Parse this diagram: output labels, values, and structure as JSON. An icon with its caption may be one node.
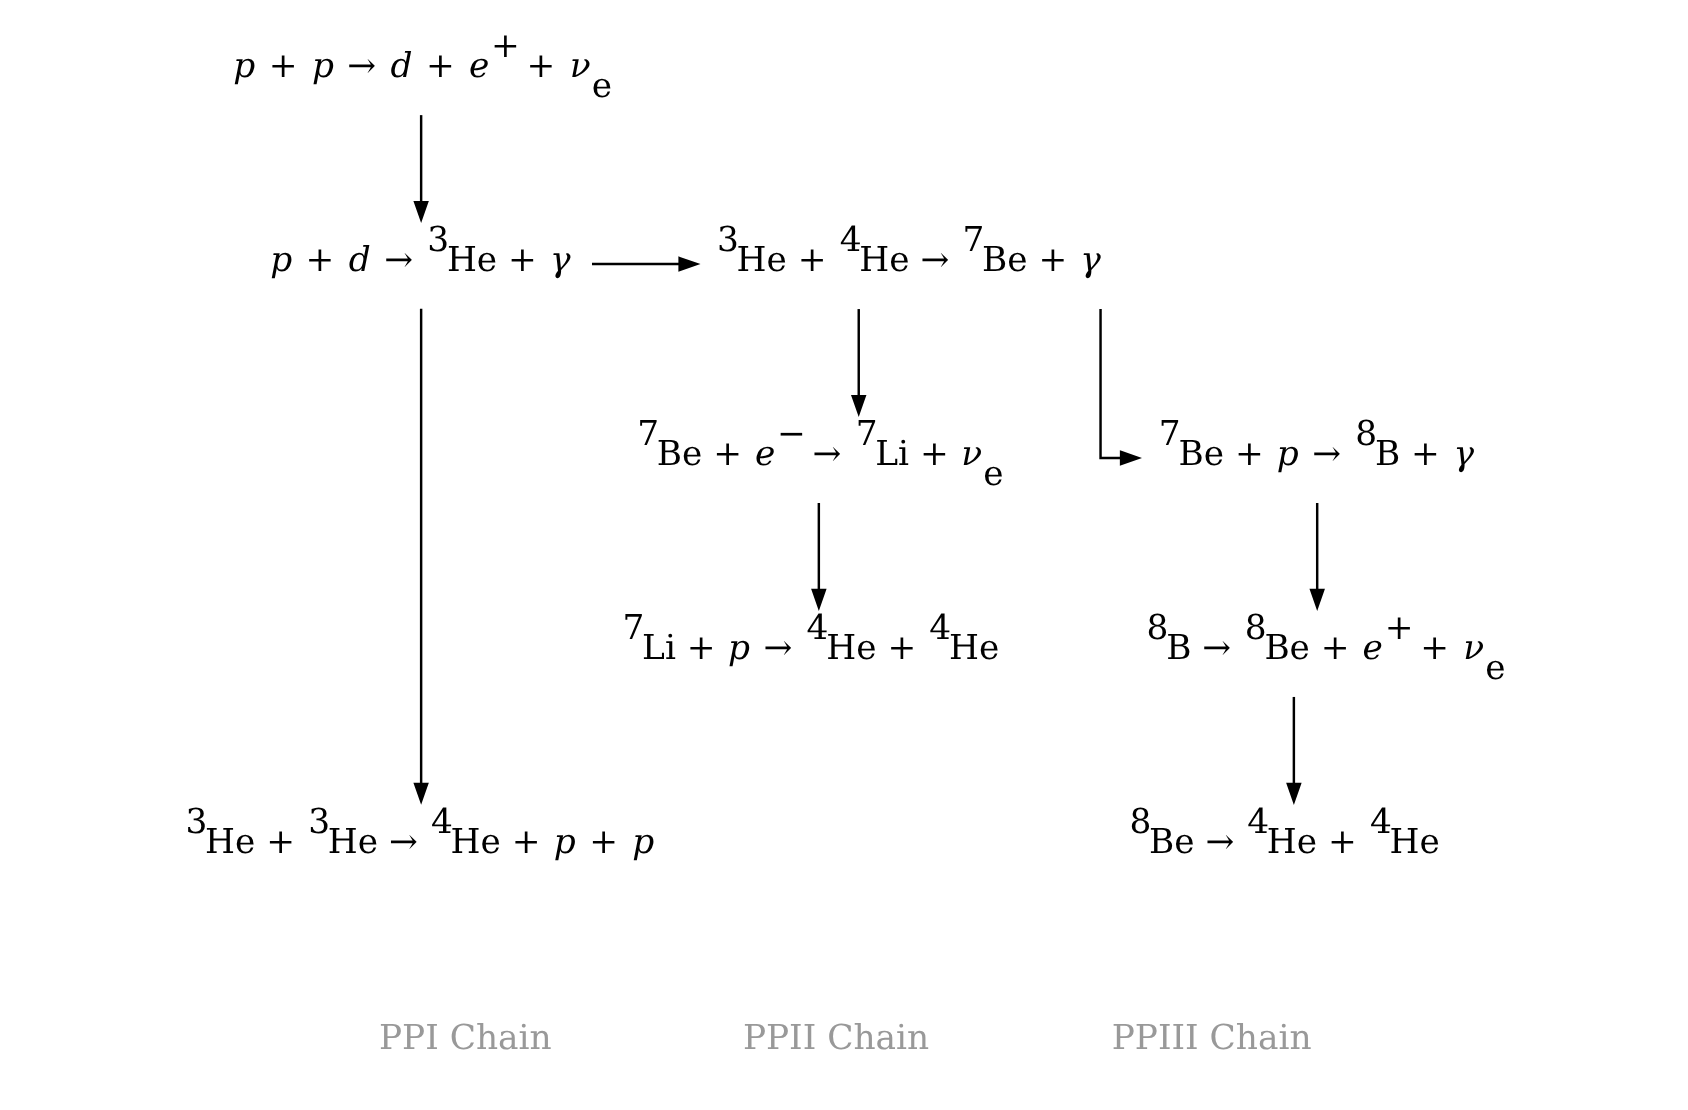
{
  "diagram": {
    "nodes": [
      {
        "text": [
          "*p* + *p* → *d* + *e*$^{+}$ + *ν*$_{e}$"
        ]
      },
      {
        "text": [
          "*p* + *d* → $^{3}$He + *γ*"
        ]
      },
      {
        "text": [
          "$^{3}$He + $^{3}$He → $^{4}$He + *p* + *p*"
        ]
      },
      {
        "text": [
          "$^{3}$He + $^{4}$He → $^{7}$Be + *γ*"
        ]
      },
      {
        "text": [
          "$^{7}$Be + *e*$^{−}$ → $^{7}$Li + *ν*$_{e}$"
        ]
      },
      {
        "text": [
          "$^{7}$Be + *p* → $^{8}$B + *γ*"
        ]
      },
      {
        "text": [
          "$^{7}$Li + *p* → $^{4}$He + $^{4}$He"
        ]
      },
      {
        "text": [
          "$^{8}$B → $^{8}$Be + *e*$^{+}$ + *ν*$_{e}$"
        ]
      },
      {
        "text": [
          "$^{8}$Be → $^{4}$He + $^{4}$He"
        ]
      }
    ],
    "edges": [
      {
        "from": 0,
        "to": 1,
        "arrow": "to"
      },
      {
        "from": 1,
        "to": 2,
        "arrow": "to"
      },
      {
        "from": 1,
        "to": 3,
        "arrow": "to"
      },
      {
        "from": 3,
        "to": 4,
        "arrow": "to"
      },
      {
        "from": 3,
        "to": 5,
        "arrow": "to"
      },
      {
        "from": 4,
        "to": 6,
        "arrow": "to"
      },
      {
        "from": 5,
        "to": 7,
        "arrow": "to"
      },
      {
        "from": 7,
        "to": 8,
        "arrow": "to"
      }
    ],
    "labels": [
      "PPI Chain",
      "PPII Chain",
      "PPIII Chain"
    ]
  }
}
